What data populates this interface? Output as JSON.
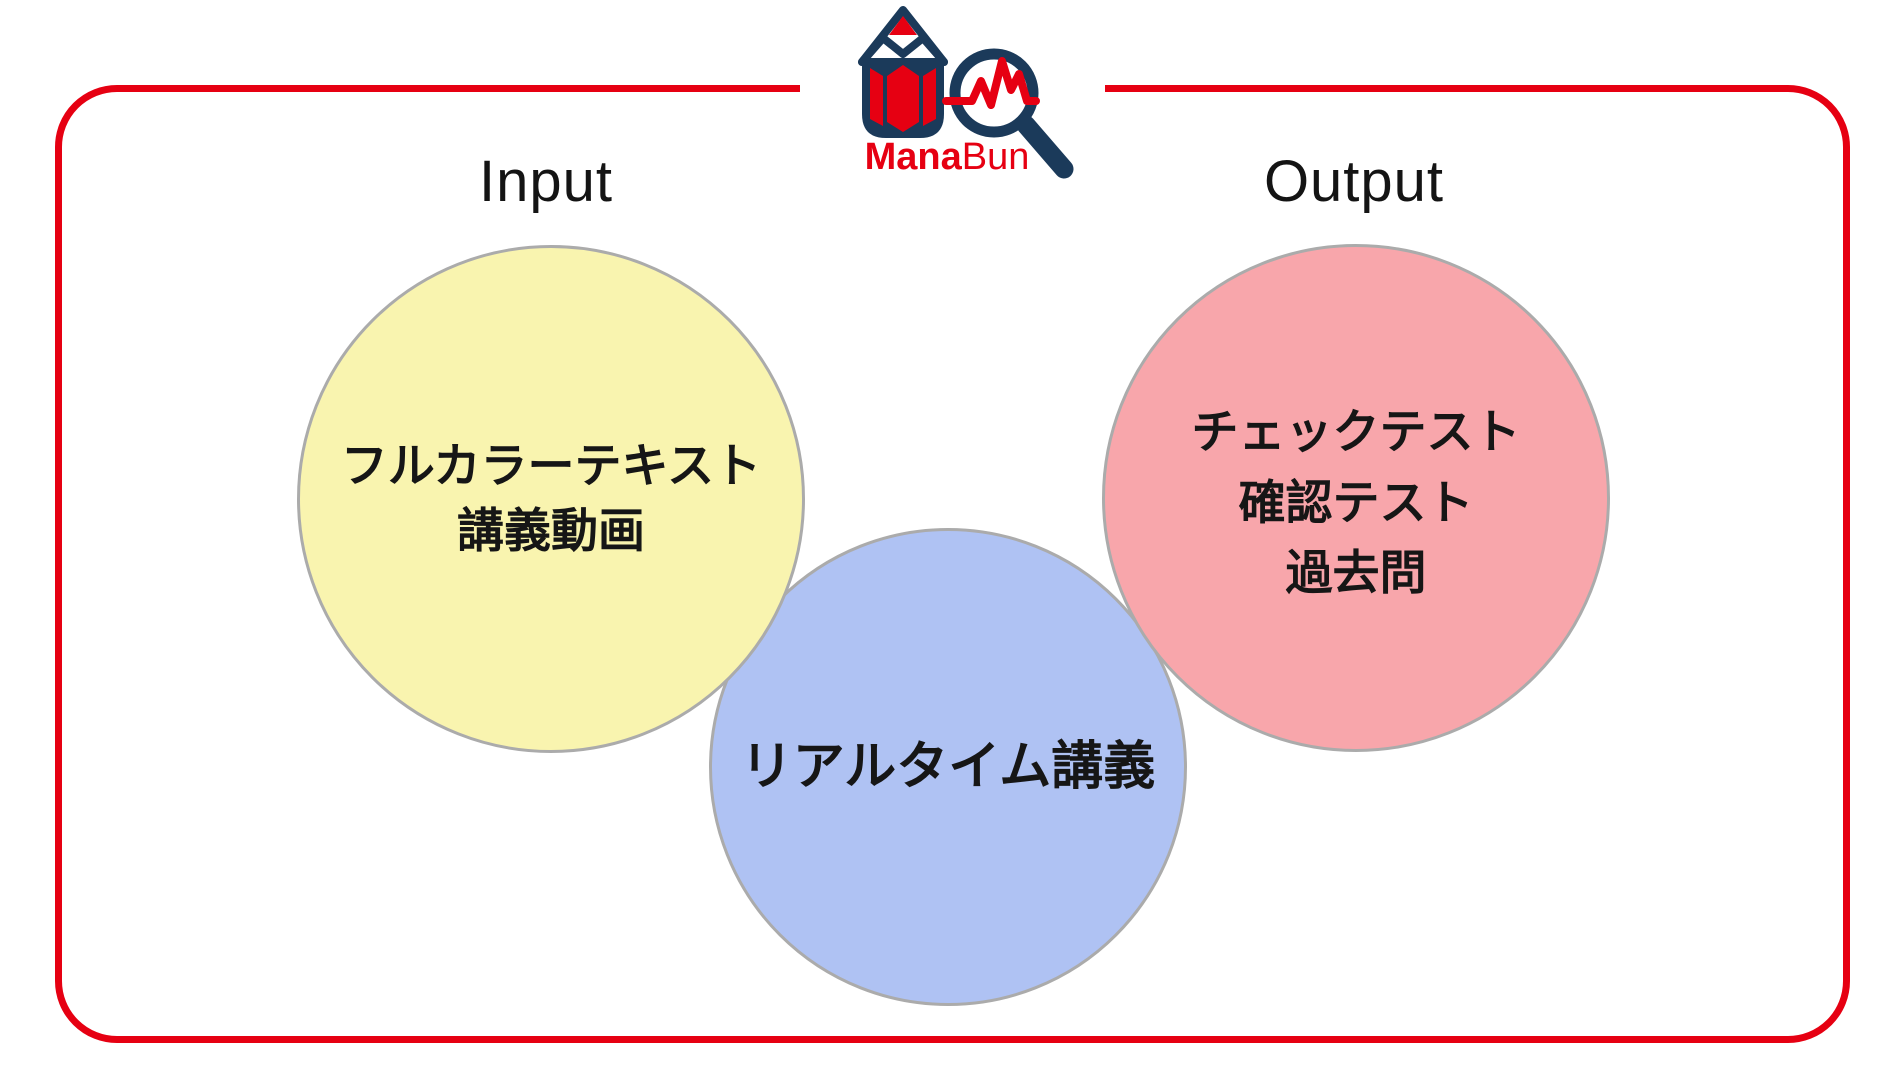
{
  "logo": {
    "brand_bold": "Mana",
    "brand_light": "Bun"
  },
  "labels": {
    "input": "Input",
    "output": "Output"
  },
  "diagram": {
    "circles": [
      {
        "id": "input-contents",
        "fill": "#F9F4AF",
        "lines": [
          "フルカラーテキスト",
          "講義動画"
        ]
      },
      {
        "id": "realtime-lecture",
        "fill": "#AFC2F3",
        "lines": [
          "リアルタイム講義"
        ]
      },
      {
        "id": "output-tests",
        "fill": "#F8A6AB",
        "lines": [
          "チェックテスト",
          "確認テスト",
          "過去問"
        ]
      }
    ],
    "frame_color": "#E60012",
    "circle_border_color": "#ABABAB"
  },
  "colors": {
    "accent_red": "#E60012",
    "logo_navy": "#1B3A5A",
    "text": "#161616"
  }
}
